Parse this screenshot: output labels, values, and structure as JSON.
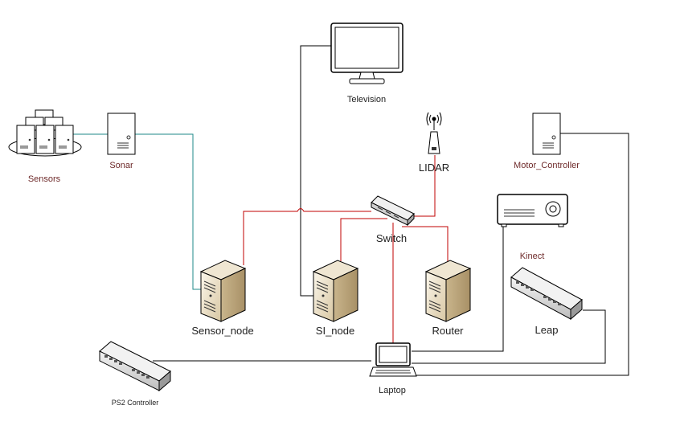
{
  "labels": {
    "sensors": "Sensors",
    "sonar": "Sonar",
    "television": "Television",
    "lidar": "LIDAR",
    "motor_controller": "Motor_Controller",
    "switch": "Switch",
    "kinect": "Kinect",
    "sensor_node": "Sensor_node",
    "si_node": "SI_node",
    "router": "Router",
    "leap": "Leap",
    "laptop": "Laptop",
    "ps2_controller": "PS2 Controller"
  },
  "colors": {
    "red_link": "#c00000",
    "teal_link": "#1f8a8a",
    "black_link": "#000000",
    "server_tan": "#e8dcc4"
  }
}
